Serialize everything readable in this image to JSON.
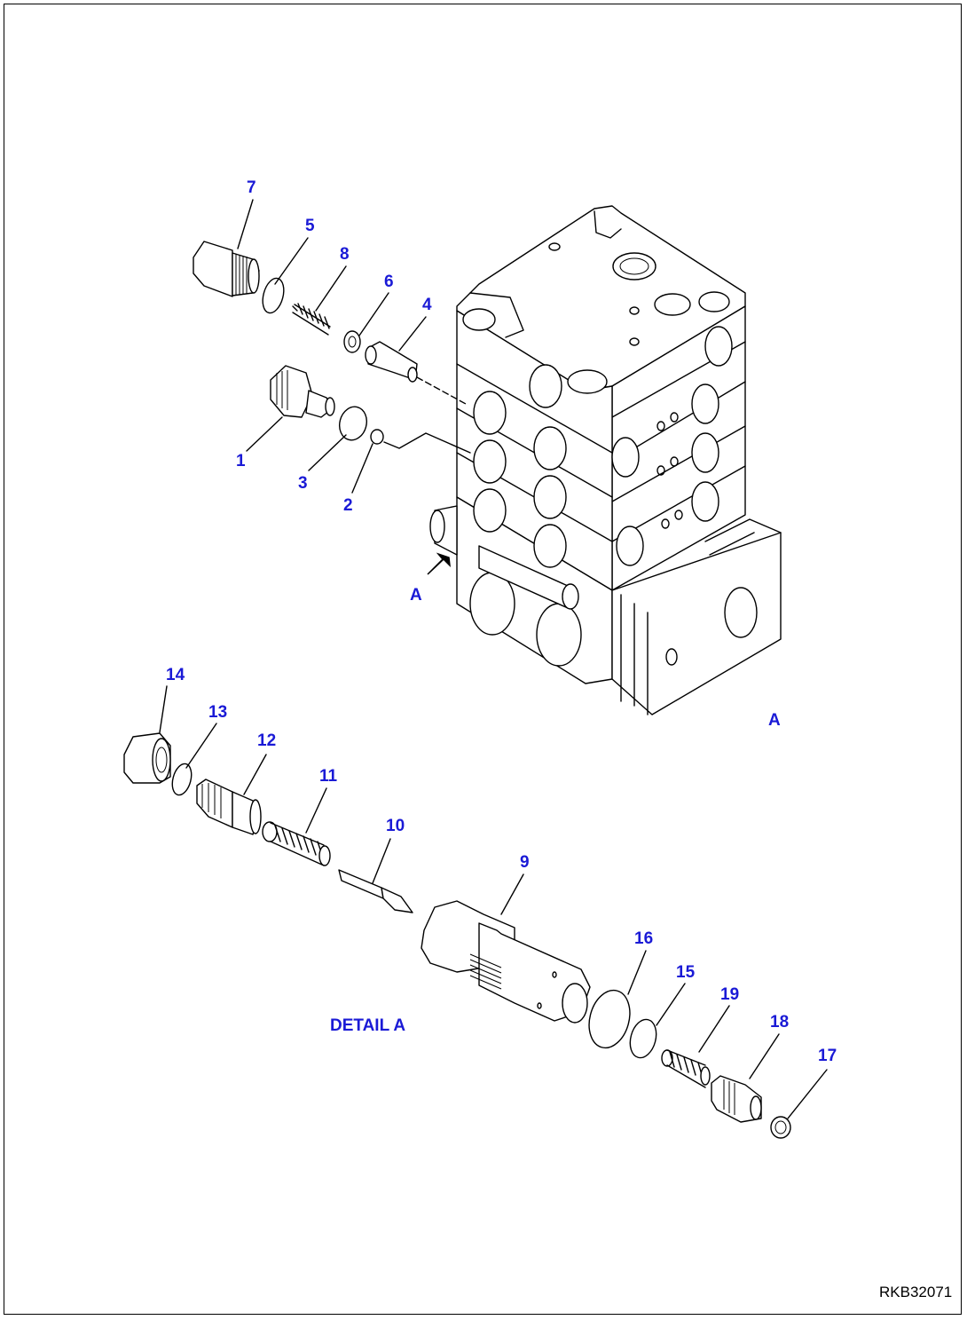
{
  "drawing": {
    "reference_code": "RKB32071",
    "view_arrow_label": "A",
    "view_label": "A",
    "detail_label": "DETAIL A"
  },
  "callouts": [
    {
      "id": "p1",
      "text": "1"
    },
    {
      "id": "p2",
      "text": "2"
    },
    {
      "id": "p3",
      "text": "3"
    },
    {
      "id": "p4",
      "text": "4"
    },
    {
      "id": "p5",
      "text": "5"
    },
    {
      "id": "p6",
      "text": "6"
    },
    {
      "id": "p7",
      "text": "7"
    },
    {
      "id": "p8",
      "text": "8"
    },
    {
      "id": "p9",
      "text": "9"
    },
    {
      "id": "p10",
      "text": "10"
    },
    {
      "id": "p11",
      "text": "11"
    },
    {
      "id": "p12",
      "text": "12"
    },
    {
      "id": "p13",
      "text": "13"
    },
    {
      "id": "p14",
      "text": "14"
    },
    {
      "id": "p15",
      "text": "15"
    },
    {
      "id": "p16",
      "text": "16"
    },
    {
      "id": "p17",
      "text": "17"
    },
    {
      "id": "p18",
      "text": "18"
    },
    {
      "id": "p19",
      "text": "19"
    }
  ],
  "colors": {
    "callout": "#1a1ad6",
    "line": "#000000"
  }
}
